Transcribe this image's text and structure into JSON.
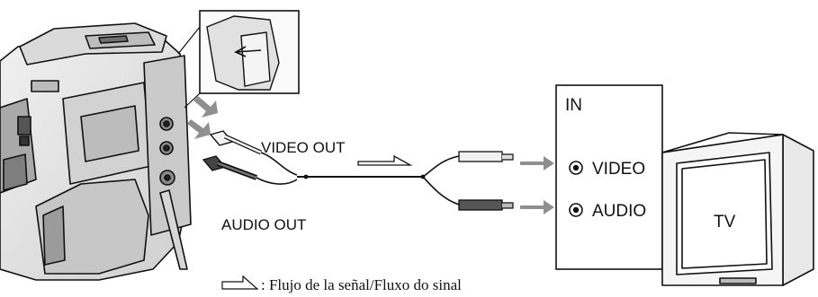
{
  "labels": {
    "video_out": "VIDEO OUT",
    "audio_out": "AUDIO OUT",
    "input_panel": "IN",
    "video_in": "VIDEO",
    "audio_in": "AUDIO",
    "tv": "TV"
  },
  "legend": {
    "text": ": Flujo de la señal/Fluxo do sinal"
  },
  "icons": {
    "signal_flow": "hollow-arrow-icon",
    "connection_arrow": "gray-arrow-icon",
    "jack": "rca-jack-icon"
  },
  "colors": {
    "line": "#111111",
    "body_fill": "#e4e4e4",
    "body_dark": "#8a8a8a",
    "arrow_gray": "#8f8f8f"
  }
}
